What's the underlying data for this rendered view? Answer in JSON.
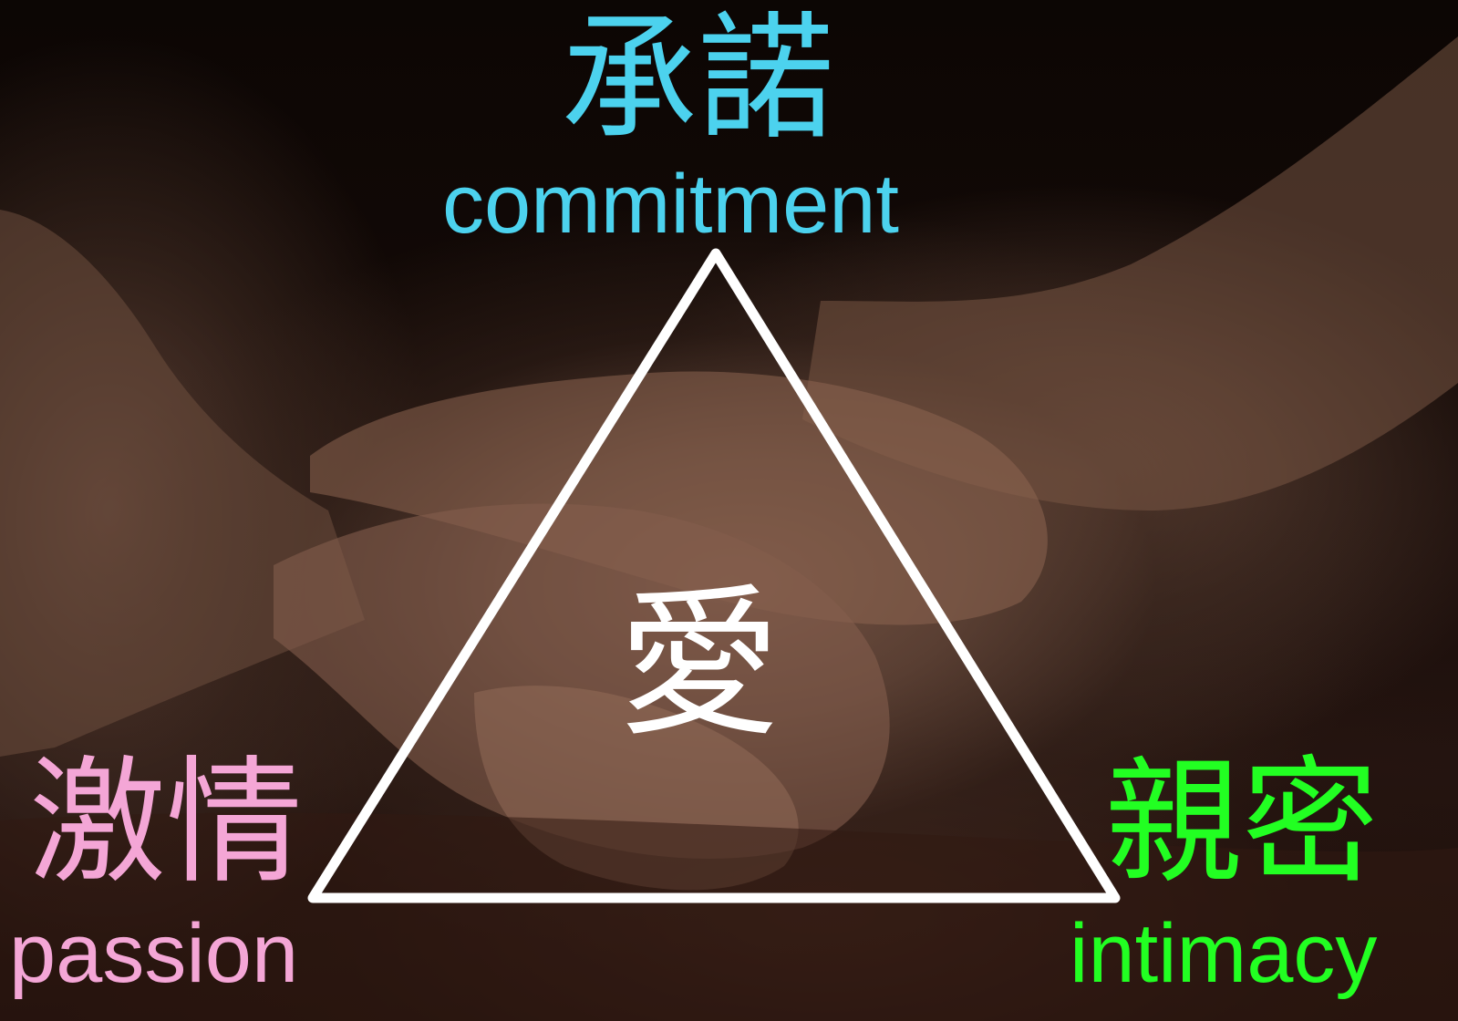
{
  "vertices": {
    "top": {
      "cjk": "承諾",
      "english": "commitment",
      "color": "#4cd2ee"
    },
    "left": {
      "cjk": "激情",
      "english": "passion",
      "color": "#f4a6d6"
    },
    "right": {
      "cjk": "親密",
      "english": "intimacy",
      "color": "#22ff22"
    }
  },
  "center": {
    "cjk": "愛",
    "color": "#ffffff"
  },
  "triangle": {
    "stroke_color": "#ffffff"
  },
  "background": {
    "subject": "photo-holding-hands"
  }
}
